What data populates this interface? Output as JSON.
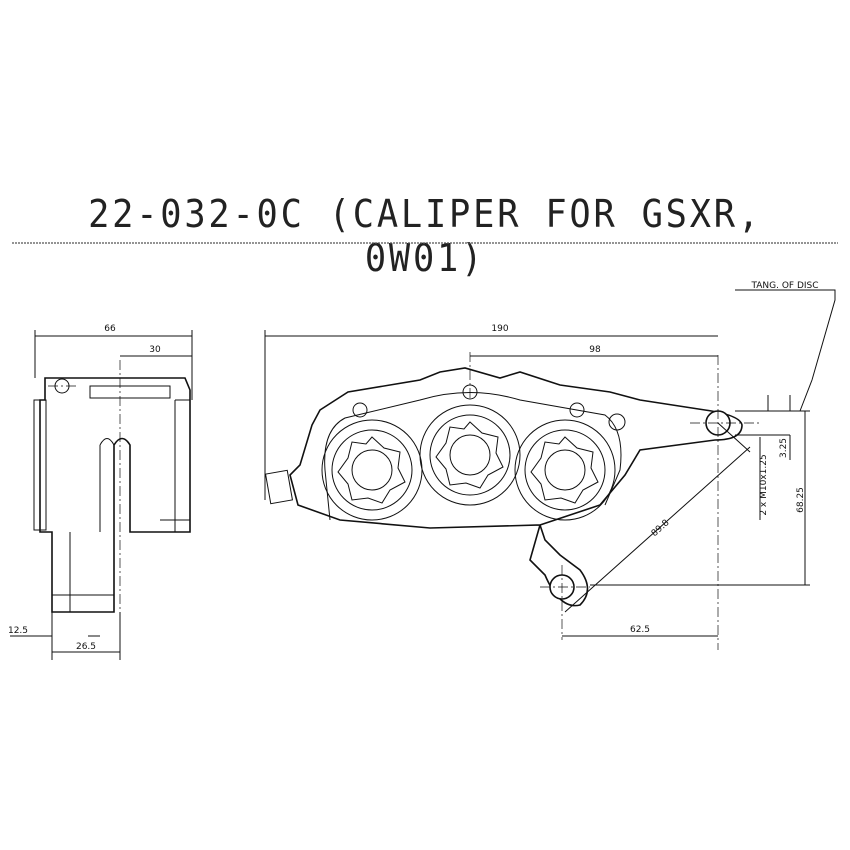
{
  "title": "22-032-0C (CALIPER FOR GSXR, 0W01)",
  "note": "TANG. OF DISC",
  "dimensions": {
    "side_width": "66",
    "side_offset": "30",
    "side_bottom_a": "12.5",
    "side_bottom_b": "26.5",
    "overall_length": "190",
    "bolt_to_center": "98",
    "hole_spacing_diag": "89.8",
    "hole_horizontal": "62.5",
    "hole_vertical": "68.25",
    "tangent_offset": "3.25",
    "thread": "2 x M10x1.25"
  }
}
